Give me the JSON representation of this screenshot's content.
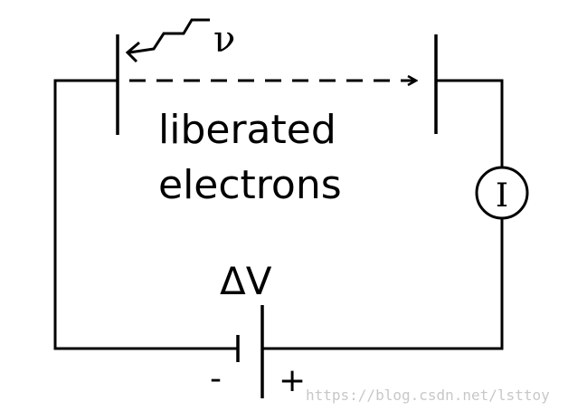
{
  "diagram": {
    "photon_label": "ν",
    "electrons_line1": "liberated",
    "electrons_line2": "electrons",
    "voltage_label": "ΔV",
    "ammeter_label": "I",
    "negative_terminal": "-",
    "positive_terminal": "+",
    "watermark": "https://blog.csdn.net/lsttoy"
  },
  "colors": {
    "line": "#000000",
    "background": "#ffffff",
    "watermark": "#c8c8c8"
  }
}
